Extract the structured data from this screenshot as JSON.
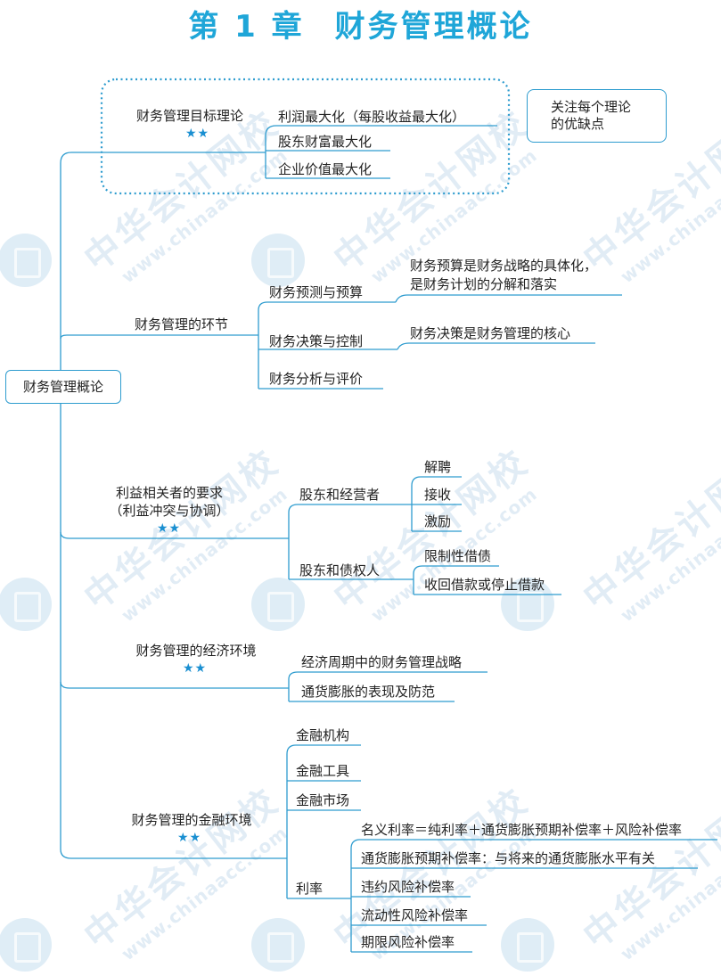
{
  "title": {
    "chapter": "第 1 章",
    "name": "财务管理概论"
  },
  "watermark": {
    "text": "中华会计网校",
    "url": "www.chinaacc.com"
  },
  "root": "财务管理概论",
  "note": "关注每个理论\n的优缺点",
  "star_rating": "★★",
  "branches": {
    "goal": {
      "label": "财务管理目标理论",
      "items": [
        "利润最大化（每股收益最大化）",
        "股东财富最大化",
        "企业价值最大化"
      ]
    },
    "links": {
      "label": "财务管理的环节",
      "items": [
        "财务预测与预算",
        "财务决策与控制",
        "财务分析与评价"
      ],
      "notes": [
        "财务预算是财务战略的具体化，",
        "是财务计划的分解和落实",
        "财务决策是财务管理的核心"
      ]
    },
    "stake": {
      "label1": "利益相关者的要求",
      "label2": "（利益冲突与协调）",
      "sub1": "股东和经营者",
      "sub1_items": [
        "解聘",
        "接收",
        "激励"
      ],
      "sub2": "股东和债权人",
      "sub2_items": [
        "限制性借债",
        "收回借款或停止借款"
      ]
    },
    "econ": {
      "label": "财务管理的经济环境",
      "items": [
        "经济周期中的财务管理战略",
        "通货膨胀的表现及防范"
      ]
    },
    "fin": {
      "label": "财务管理的金融环境",
      "items": [
        "金融机构",
        "金融工具",
        "金融市场",
        "利率"
      ],
      "rate_items": [
        "名义利率＝纯利率＋通货膨胀预期补偿率＋风险补偿率",
        "通货膨胀预期补偿率：与将来的通货膨胀水平有关",
        "违约风险补偿率",
        "流动性风险补偿率",
        "期限风险补偿率"
      ]
    }
  },
  "colors": {
    "line": "#2e9ccf",
    "title": "#1fa6d8",
    "star": "#1a8fd1"
  }
}
